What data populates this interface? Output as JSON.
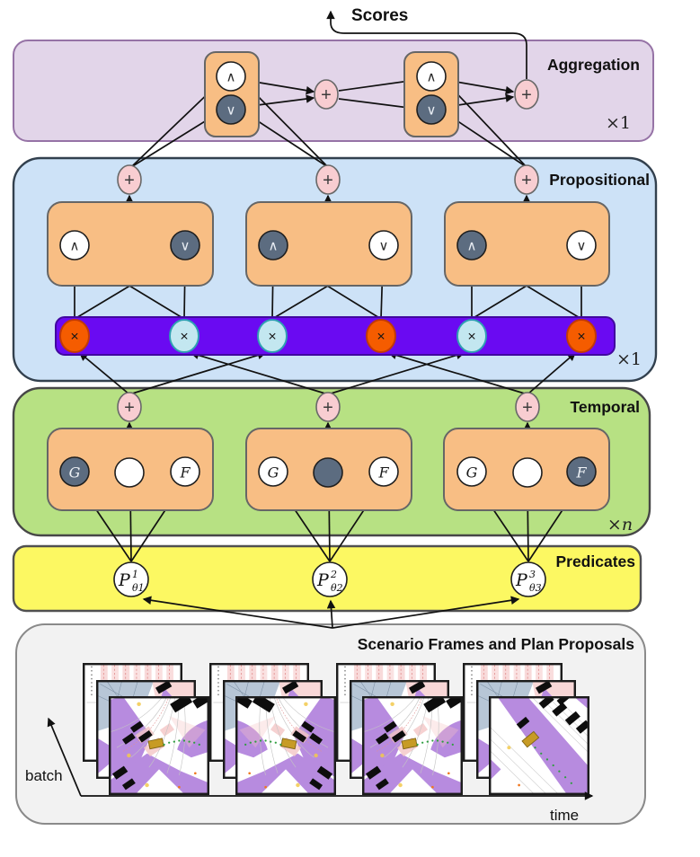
{
  "figure": {
    "output_label": "Scores",
    "type": "architecture-diagram"
  },
  "symbols": {
    "and": "∧",
    "or": "∨",
    "plus": "+",
    "times": "×",
    "globally": "G",
    "finally": "F"
  },
  "layers": {
    "aggregation": {
      "label": "Aggregation",
      "mult_prefix": "×",
      "mult_value": "1"
    },
    "propositional": {
      "label": "Propositional",
      "mult_prefix": "×",
      "mult_value": "1"
    },
    "temporal": {
      "label": "Temporal",
      "mult_prefix": "×",
      "mult_value": "n"
    },
    "predicates": {
      "label": "Predicates"
    },
    "scenario": {
      "label": "Scenario Frames and Plan Proposals",
      "batch_axis": "batch",
      "time_axis": "time",
      "stack_count": 4,
      "frames_per_stack": 3
    }
  },
  "predicate_nodes": [
    {
      "base": "P",
      "sup": "1",
      "sub": "θ1"
    },
    {
      "base": "P",
      "sup": "2",
      "sub": "θ2"
    },
    {
      "base": "P",
      "sup": "3",
      "sub": "θ3"
    }
  ],
  "bar_nodes": [
    "orange",
    "cyan",
    "cyan",
    "orange",
    "cyan",
    "orange"
  ],
  "colors": {
    "aggFill": "#E2D5E9",
    "aggStroke": "#9673A6",
    "propFill": "#CDE2F7",
    "propStroke": "#32404E",
    "tempFill": "#B7E183",
    "tempStroke": "#474747",
    "predFill": "#FCF862",
    "predStroke": "#505050",
    "scenFill": "#F2F2F2",
    "scenStroke": "#8A8A8A",
    "orangeFill": "#F8BE84",
    "orangeStroke": "#666666",
    "barFill": "#6A0AF2",
    "barStroke": "#41089F",
    "plusFill": "#F8CDD1",
    "plusStroke": "#696969",
    "darkNode": "#5C6C80",
    "nodeStroke": "#1F1F1F",
    "timesOrange": "#F55C00",
    "timesOrangeStroke": "#C23A05",
    "timesCyan": "#C3E7F0",
    "timesCyanStroke": "#2FA0B3",
    "arrow": "#111111",
    "scenePurple": "#B78BDF",
    "scenePink": "#F5C6C6",
    "sceneTan": "#C79B25",
    "sceneGreen": "#2F9E41"
  }
}
